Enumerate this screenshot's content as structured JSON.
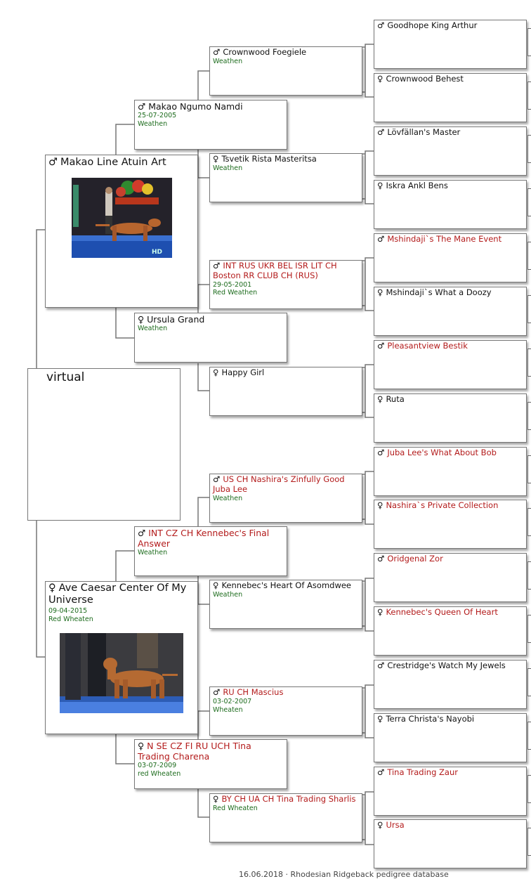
{
  "male_symbol": "♂",
  "female_symbol": "♀",
  "subject": {
    "name": "virtual"
  },
  "parents": {
    "sire": {
      "name": "Makao Line Atuin Art",
      "sex": "male",
      "title_color": "black"
    },
    "dam": {
      "name": "Ave Caesar Center Of My Universe",
      "sex": "female",
      "dob": "09-04-2015",
      "color": "Red Wheaten"
    }
  },
  "grandparents": [
    {
      "name": "Makao Ngumo Namdi",
      "sex": "male",
      "dob": "25-07-2005",
      "color": "Weathen",
      "red": false
    },
    {
      "name": "Ursula Grand",
      "sex": "female",
      "color": "Weathen",
      "red": false
    },
    {
      "name": "INT CZ CH  Kennebec's Final Answer",
      "sex": "male",
      "color": "Weathen",
      "red": true
    },
    {
      "name": "N SE CZ FI RU UCH Tina Trading Charena",
      "sex": "female",
      "dob": "03-07-2009",
      "color": "red Wheaten",
      "red": true
    }
  ],
  "great_grandparents": [
    {
      "name": "Crownwood Foegiele",
      "sex": "male",
      "color": "Weathen",
      "red": false
    },
    {
      "name": "Tsvetik Rista Masteritsa",
      "sex": "female",
      "color": "Weathen",
      "red": false
    },
    {
      "name": "INT RUS UKR BEL ISR LIT CH Boston RR CLUB CH (RUS)",
      "sex": "male",
      "dob": "29-05-2001",
      "color": "Red Weathen",
      "red": true
    },
    {
      "name": "Happy Girl",
      "sex": "female",
      "red": false
    },
    {
      "name": "US CH Nashira's Zinfully Good Juba Lee",
      "sex": "male",
      "color": "Weathen",
      "red": true
    },
    {
      "name": "Kennebec's Heart Of Asomdwee",
      "sex": "female",
      "color": "Weathen",
      "red": false
    },
    {
      "name": "RU CH Mascius",
      "sex": "male",
      "dob": "03-02-2007",
      "color": "Wheaten",
      "red": true
    },
    {
      "name": "BY CH UA CH Tina Trading Sharlis",
      "sex": "female",
      "color": "Red Wheaten",
      "red": true
    }
  ],
  "great_great_grandparents": [
    {
      "name": "Goodhope King Arthur",
      "sex": "male",
      "red": false
    },
    {
      "name": "Crownwood Behest",
      "sex": "female",
      "red": false
    },
    {
      "name": "Lövfällan's Master",
      "sex": "male",
      "red": false
    },
    {
      "name": "Iskra Ankl Bens",
      "sex": "female",
      "red": false
    },
    {
      "name": "Mshindaji`s The Mane Event",
      "sex": "male",
      "red": true
    },
    {
      "name": "Mshindaji`s What a Doozy",
      "sex": "female",
      "red": false
    },
    {
      "name": "Pleasantview Bestik",
      "sex": "male",
      "red": true
    },
    {
      "name": "Ruta",
      "sex": "female",
      "red": false
    },
    {
      "name": "Juba Lee's What About Bob",
      "sex": "male",
      "red": true
    },
    {
      "name": "Nashira`s Private Collection",
      "sex": "female",
      "red": true
    },
    {
      "name": "Oridgenal Zor",
      "sex": "male",
      "red": true
    },
    {
      "name": "Kennebec's Queen Of Heart",
      "sex": "female",
      "red": true
    },
    {
      "name": "Crestridge's Watch My Jewels",
      "sex": "male",
      "red": false
    },
    {
      "name": "Terra Christa's Nayobi",
      "sex": "female",
      "red": false
    },
    {
      "name": "Tina Trading Zaur",
      "sex": "male",
      "red": true
    },
    {
      "name": "Ursa",
      "sex": "female",
      "red": true
    }
  ],
  "photos": {
    "sire_photo_badge": "HD"
  },
  "footer": "16.06.2018 · Rhodesian Ridgeback pedigree database",
  "colors": {
    "red_title": "#b31b1b",
    "green_info": "#1c6b1c",
    "border": "#777777"
  }
}
